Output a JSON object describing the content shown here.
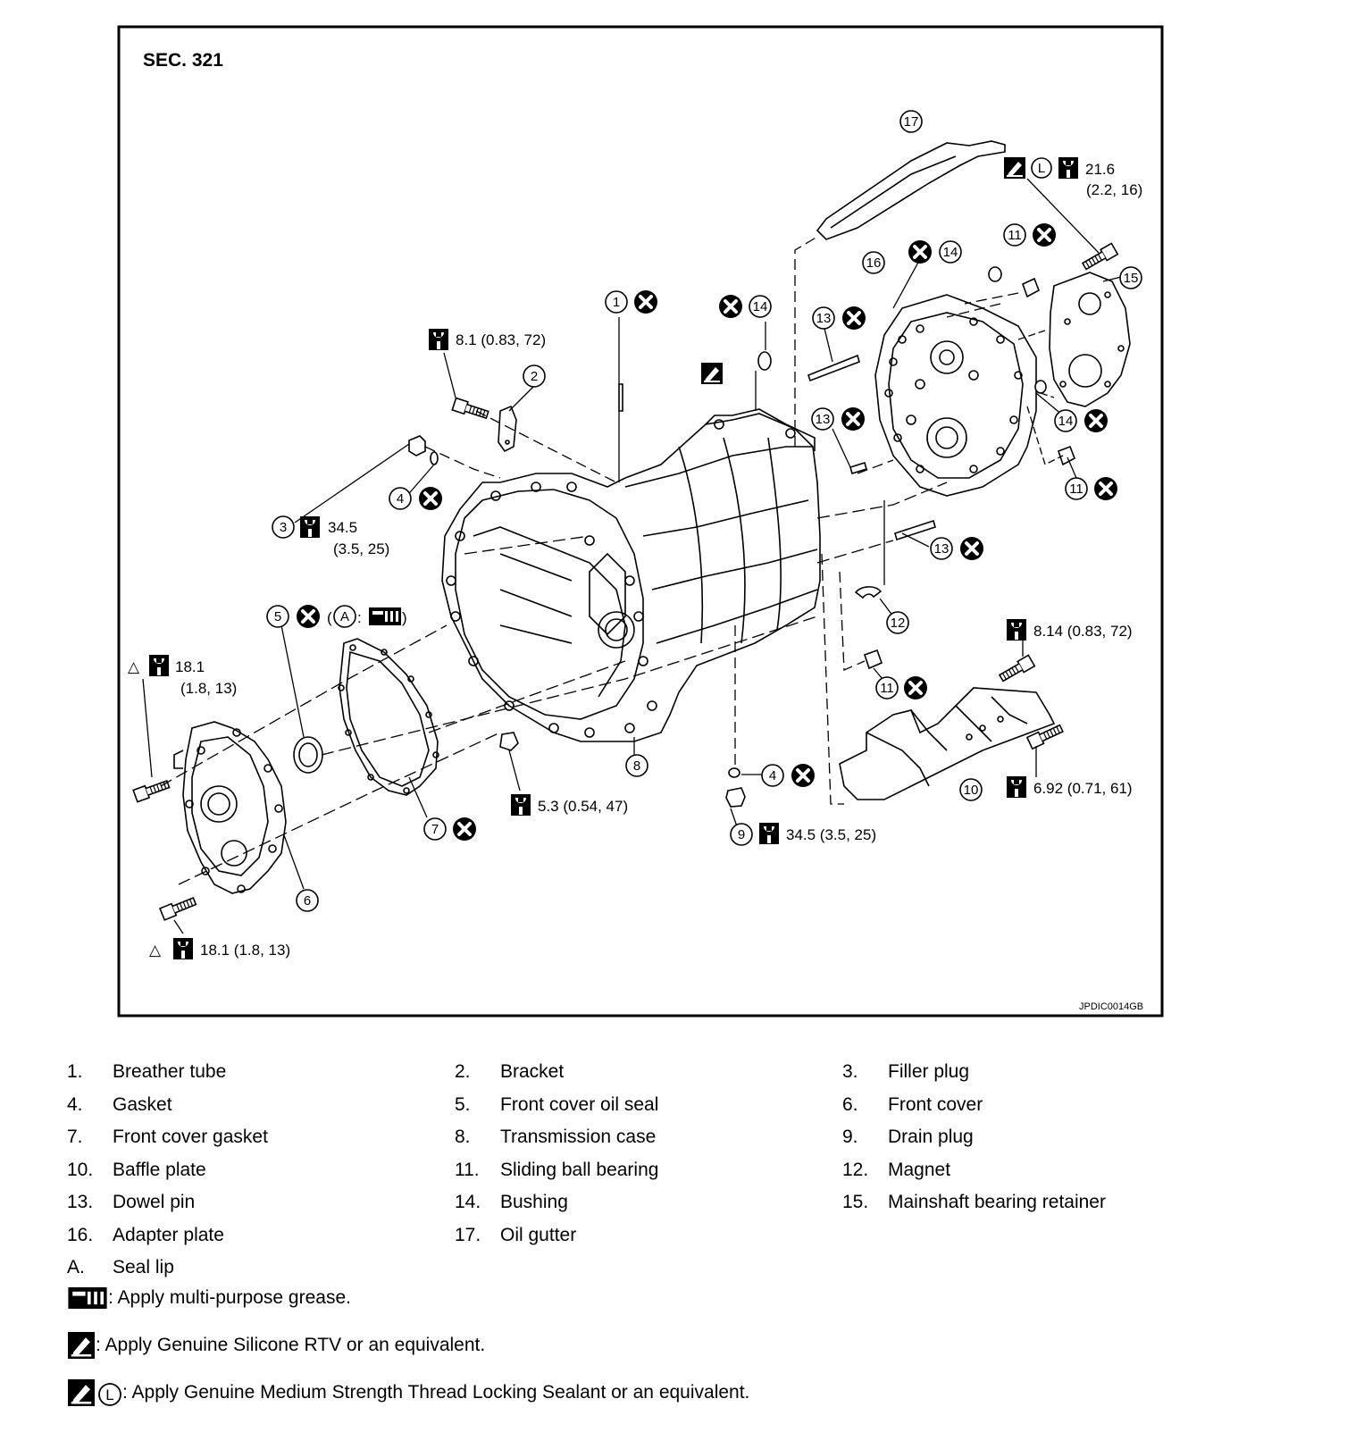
{
  "diagram": {
    "section": "SEC. 321",
    "code": "JPDIC0014GB",
    "torques": {
      "t1": "8.1 (0.83, 72)",
      "t3a": "34.5",
      "t3b": "(3.5, 25)",
      "t17a": "21.6",
      "t17b": "(2.2, 16)",
      "t18a": "18.1",
      "t18b": "(1.8, 13)",
      "t18c": "18.1 (1.8, 13)",
      "t8": "5.3 (0.54, 47)",
      "t9": "34.5 (3.5, 25)",
      "t10a": "8.14 (0.83, 72)",
      "t10b": "6.92 (0.71, 61)"
    },
    "callouts": {
      "n1": "1",
      "n2": "2",
      "n3": "3",
      "n4": "4",
      "n5": "5",
      "n6": "6",
      "n7": "7",
      "n8": "8",
      "n9": "9",
      "n10": "10",
      "n11": "11",
      "n12": "12",
      "n13": "13",
      "n14": "14",
      "n15": "15",
      "n16": "16",
      "n17": "17",
      "nA": "A",
      "nL": "L"
    },
    "symbols": {
      "paren_open": "(",
      "paren_close": ")",
      "colon": ":",
      "triangle": "△"
    }
  },
  "legend": [
    {
      "num": "1.",
      "text": "Breather tube"
    },
    {
      "num": "2.",
      "text": "Bracket"
    },
    {
      "num": "3.",
      "text": "Filler plug"
    },
    {
      "num": "4.",
      "text": "Gasket"
    },
    {
      "num": "5.",
      "text": "Front cover oil seal"
    },
    {
      "num": "6.",
      "text": "Front cover"
    },
    {
      "num": "7.",
      "text": "Front cover gasket"
    },
    {
      "num": "8.",
      "text": "Transmission case"
    },
    {
      "num": "9.",
      "text": "Drain plug"
    },
    {
      "num": "10.",
      "text": "Baffle plate"
    },
    {
      "num": "11.",
      "text": "Sliding ball bearing"
    },
    {
      "num": "12.",
      "text": "Magnet"
    },
    {
      "num": "13.",
      "text": "Dowel pin"
    },
    {
      "num": "14.",
      "text": "Bushing"
    },
    {
      "num": "15.",
      "text": "Mainshaft bearing retainer"
    },
    {
      "num": "16.",
      "text": "Adapter plate"
    },
    {
      "num": "17.",
      "text": "Oil gutter"
    },
    {
      "num": "A.",
      "text": "Seal lip"
    }
  ],
  "notes": {
    "grease": ": Apply multi-purpose grease.",
    "rtv": ": Apply Genuine Silicone RTV or an equivalent.",
    "locking": ": Apply Genuine Medium Strength Thread Locking Sealant or an equivalent.",
    "locking_letter": "L"
  }
}
